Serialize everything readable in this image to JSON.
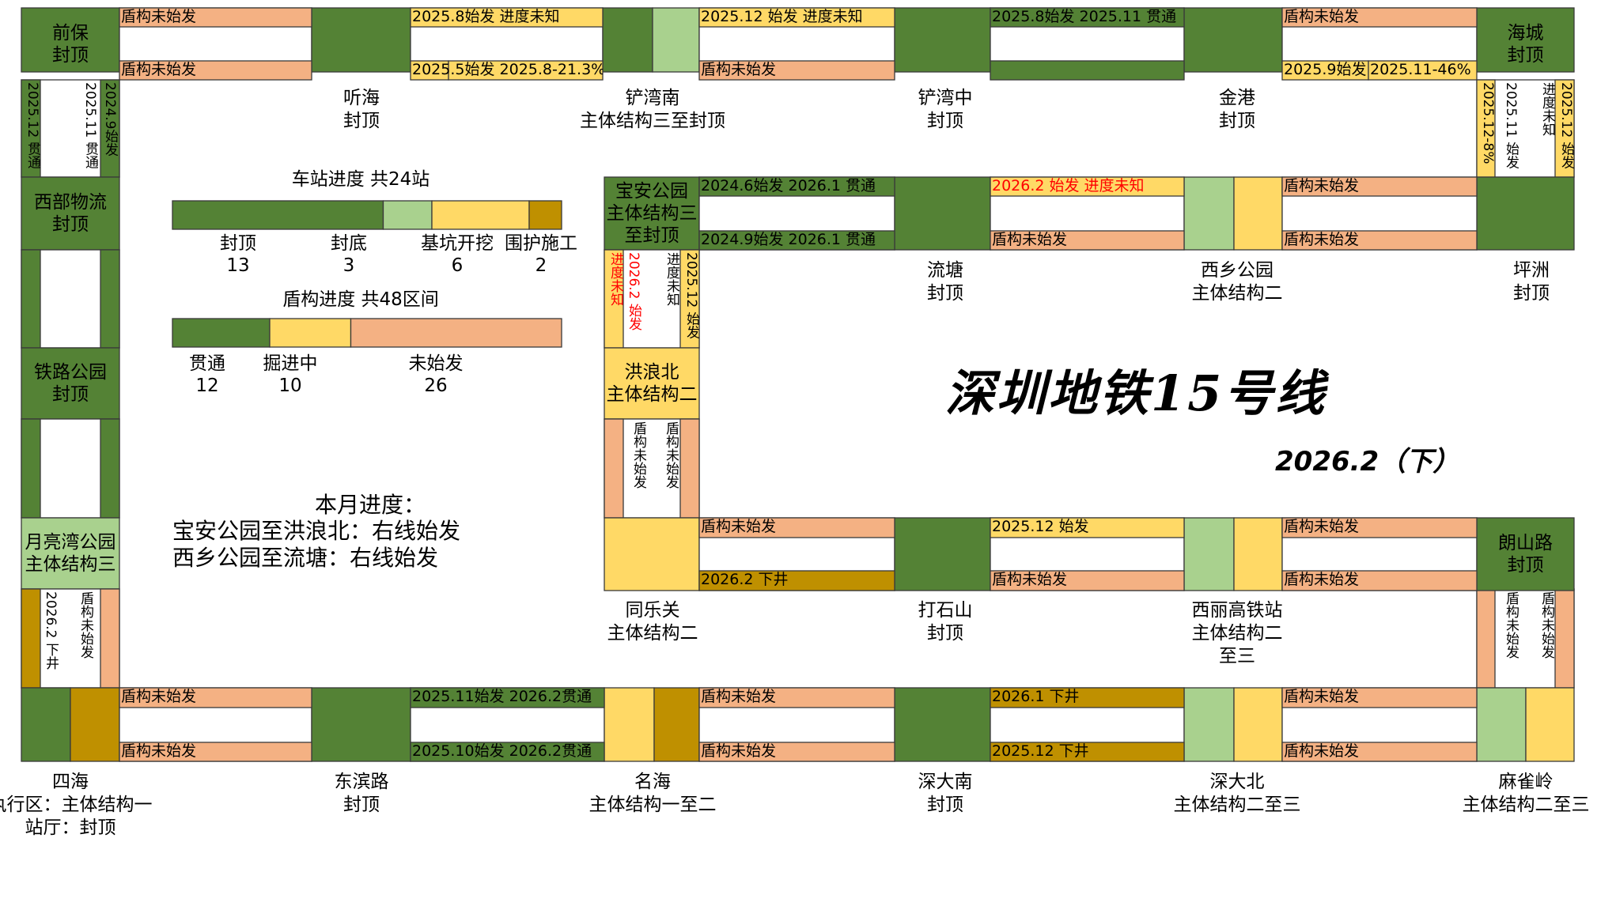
{
  "colors": {
    "dg": "#548235",
    "lg": "#a9d18e",
    "y": "#ffd966",
    "gd": "#bf9000",
    "p": "#f4b183",
    "w": "#ffffff",
    "red": "#ff0000"
  },
  "title": "深圳地铁15号线",
  "date": "2026.2（下）",
  "month": {
    "heading": "本月进度：",
    "lines": [
      "宝安公园至洪浪北：右线始发",
      "西乡公园至流塘：右线始发"
    ]
  },
  "station_progress": {
    "title": "车站进度 共24站",
    "total": 24,
    "segments": [
      {
        "label": "封顶",
        "value": 13,
        "color": "dg"
      },
      {
        "label": "封底",
        "value": 3,
        "color": "lg"
      },
      {
        "label": "基坑开挖",
        "value": 6,
        "color": "y"
      },
      {
        "label": "围护施工",
        "value": 2,
        "color": "gd"
      }
    ]
  },
  "shield_progress": {
    "title": "盾构进度 共48区间",
    "total": 48,
    "segments": [
      {
        "label": "贯通",
        "value": 12,
        "color": "dg"
      },
      {
        "label": "掘进中",
        "value": 10,
        "color": "y"
      },
      {
        "label": "未始发",
        "value": 26,
        "color": "p"
      }
    ]
  },
  "station_labels": [
    {
      "id": "tinghai",
      "lines": [
        "听海",
        "封顶"
      ]
    },
    {
      "id": "chanwannan",
      "lines": [
        "铲湾南",
        "主体结构三至封顶"
      ]
    },
    {
      "id": "chanwanzhong",
      "lines": [
        "铲湾中",
        "封顶"
      ]
    },
    {
      "id": "jingang",
      "lines": [
        "金港",
        "封顶"
      ]
    },
    {
      "id": "liutang",
      "lines": [
        "流塘",
        "封顶"
      ]
    },
    {
      "id": "xixianggongyuan",
      "lines": [
        "西乡公园",
        "主体结构二"
      ]
    },
    {
      "id": "pingzhou",
      "lines": [
        "坪洲",
        "封顶"
      ]
    },
    {
      "id": "tongleguan",
      "lines": [
        "同乐关",
        "主体结构二"
      ]
    },
    {
      "id": "dashishan",
      "lines": [
        "打石山",
        "封顶"
      ]
    },
    {
      "id": "xiligaotie",
      "lines": [
        "西丽高铁站",
        "主体结构二",
        "至三"
      ]
    },
    {
      "id": "sihai",
      "lines": [
        "四海",
        "执行区：主体结构一",
        "站厅：封顶"
      ]
    },
    {
      "id": "dongbinlu",
      "lines": [
        "东滨路",
        "封顶"
      ]
    },
    {
      "id": "minghai",
      "lines": [
        "名海",
        "主体结构一至二"
      ]
    },
    {
      "id": "shendanan",
      "lines": [
        "深大南",
        "封顶"
      ]
    },
    {
      "id": "shendabei",
      "lines": [
        "深大北",
        "主体结构二至三"
      ]
    },
    {
      "id": "maqueling",
      "lines": [
        "麻雀岭",
        "主体结构二至三"
      ]
    }
  ],
  "box_labels": [
    {
      "id": "qianbao",
      "lines": [
        "前保",
        "封顶"
      ]
    },
    {
      "id": "haicheng",
      "lines": [
        "海城",
        "封顶"
      ]
    },
    {
      "id": "xibuwuliu",
      "lines": [
        "西部物流",
        "封顶"
      ]
    },
    {
      "id": "tieluogongyuan",
      "lines": [
        "铁路公园",
        "封顶"
      ]
    },
    {
      "id": "yueliangwan",
      "lines": [
        "月亮湾公园",
        "主体结构三"
      ]
    },
    {
      "id": "baoangongyuan",
      "lines": [
        "宝安公园",
        "主体结构三",
        "至封顶"
      ]
    },
    {
      "id": "honglangbei",
      "lines": [
        "洪浪北",
        "主体结构二"
      ]
    },
    {
      "id": "langshanlu",
      "lines": [
        "朗山路",
        "封顶"
      ]
    }
  ],
  "tunnel_texts": [
    "盾构未始发",
    "盾构未始发",
    "2025.8始发 进度未知",
    "2025.5始发 2025.8-21.3%",
    "2025.12 始发 进度未知",
    "盾构未始发",
    "2025.8始发 2025.11 贯通",
    "盾构未始发",
    "2025.9始发",
    "2025.11-46%",
    "2024.6始发 2026.1 贯通",
    "2024.9始发 2026.1 贯通",
    "2026.2 始发 进度未知",
    "盾构未始发",
    "盾构未始发",
    "盾构未始发",
    "盾构未始发",
    "2026.2 下井",
    "2025.12 始发",
    "盾构未始发",
    "盾构未始发",
    "盾构未始发",
    "盾构未始发",
    "盾构未始发",
    "2025.11始发 2026.2贯通",
    "2025.10始发 2026.2贯通",
    "盾构未始发",
    "盾构未始发",
    "2026.1 下井",
    "2025.12 下井",
    "盾构未始发",
    "盾构未始发",
    "2024.9始发",
    "2025.11 贯通",
    "2025.12 贯通",
    "2025.12 始发",
    "进度未知",
    "2025.11 始发",
    "2025.12-8%",
    "进度未知",
    "2026.2 始发",
    "进度未知",
    "2025.12 始发",
    "盾构未始发",
    "盾构未始发",
    "2026.2 下井",
    "盾构未始发",
    "盾构未始发",
    "盾构未始发"
  ]
}
